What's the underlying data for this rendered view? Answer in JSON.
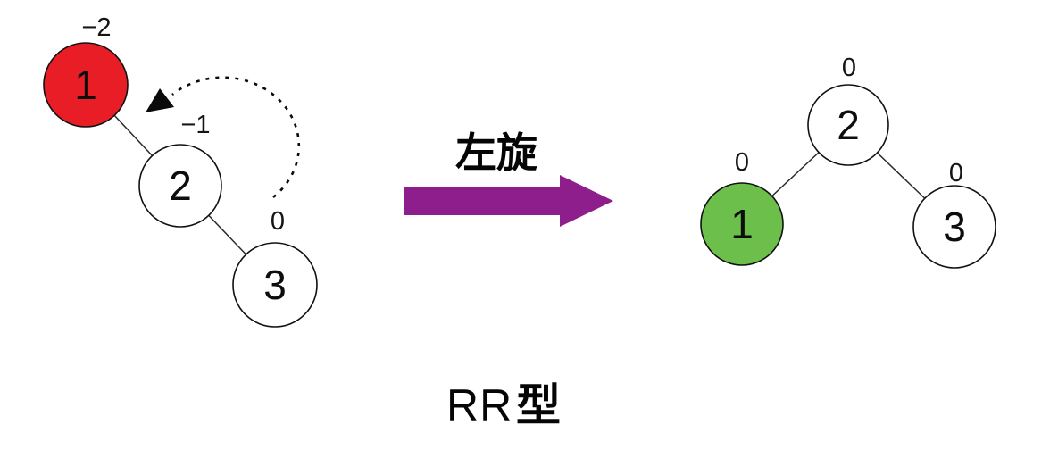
{
  "colors": {
    "node_red": "#e91d25",
    "node_green": "#6cbf4a",
    "node_white": "#ffffff",
    "arrow_purple": "#8e1e8c"
  },
  "left_tree": {
    "node1": {
      "value": "1",
      "balance": "−2"
    },
    "node2": {
      "value": "2",
      "balance": "−1"
    },
    "node3": {
      "value": "3",
      "balance": "0"
    }
  },
  "rotation_label": "左旋",
  "right_tree": {
    "node2": {
      "value": "2",
      "balance": "0"
    },
    "node1": {
      "value": "1",
      "balance": "0"
    },
    "node3": {
      "value": "3",
      "balance": "0"
    }
  },
  "caption": {
    "rr": "RR",
    "type": "型"
  }
}
